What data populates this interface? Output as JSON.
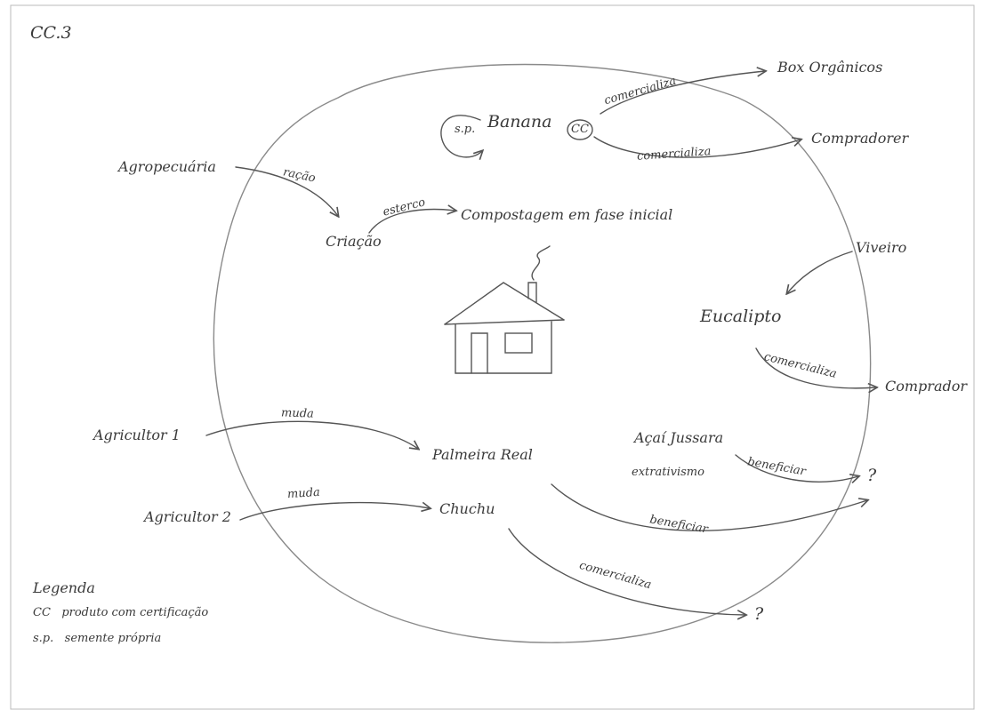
{
  "code": "CC.3",
  "nodes": {
    "box_organicos": "Box Orgânicos",
    "banana_sp": "s.p.",
    "banana": "Banana",
    "banana_cc": "CC",
    "compradorer": "Compradorer",
    "agropecuaria": "Agropecuária",
    "criacao": "Criação",
    "compostagem": "Compostagem em fase inicial",
    "viveiro": "Viveiro",
    "eucalipto": "Eucalipto",
    "comprador": "Comprador",
    "agricultor1": "Agricultor 1",
    "palmeira_real": "Palmeira Real",
    "acai_jussara": "Açaí Jussara",
    "extrativismo": "extrativismo",
    "question_right": "?",
    "agricultor2": "Agricultor 2",
    "chuchu": "Chuchu",
    "question_bottom": "?"
  },
  "edges": {
    "banana_box": "comercializa",
    "banana_compradorer": "comercializa",
    "agro_criacao": "ração",
    "criacao_compostagem": "esterco",
    "eucalipto_comprador": "comercializa",
    "agricultor1_palmeira": "muda",
    "acai_question": "beneficiar",
    "agricultor2_chuchu": "muda",
    "palmeira_question": "beneficiar",
    "chuchu_question": "comercializa"
  },
  "legend": {
    "title": "Legenda",
    "items": [
      {
        "key": "CC",
        "text": "produto com certificação"
      },
      {
        "key": "s.p.",
        "text": "semente própria"
      }
    ]
  }
}
